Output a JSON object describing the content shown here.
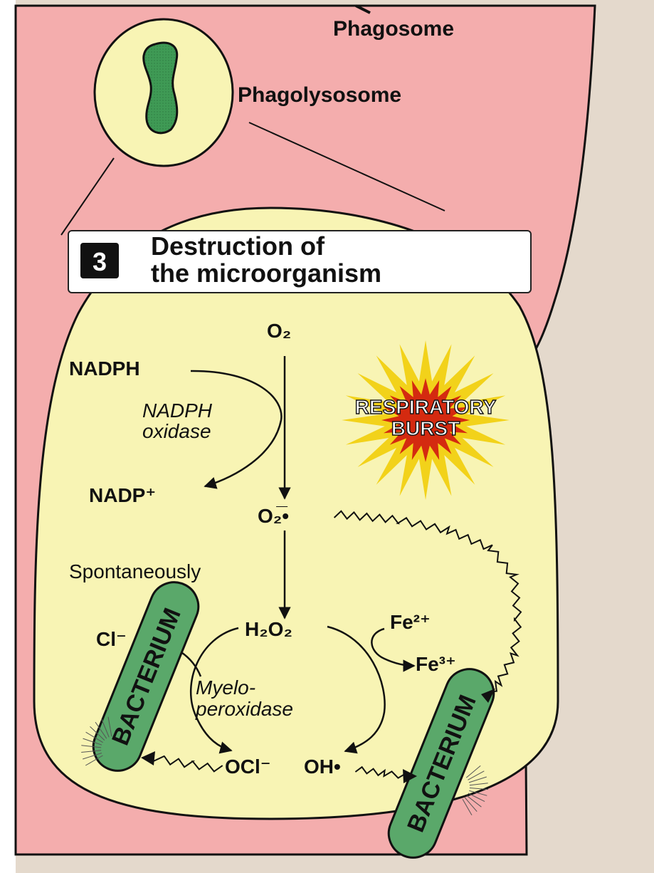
{
  "colors": {
    "background": "#e4d9cc",
    "cell": "#f4adad",
    "vesicle": "#f8f4b4",
    "bacterium": "#5aa86a",
    "burst_outer": "#f2d21a",
    "burst_inner": "#d42a10",
    "ink": "#111111"
  },
  "labels": {
    "phagosome": "Phagosome",
    "phagolysosome": "Phagolysosome",
    "step_number": "3",
    "step_title_line1": "Destruction of",
    "step_title_line2": "the microorganism",
    "o2": "O₂",
    "nadph": "NADPH",
    "nadph_oxidase_line1": "NADPH",
    "nadph_oxidase_line2": "oxidase",
    "nadp_plus": "NADP⁺",
    "respiratory_line1": "RESPIRATORY",
    "respiratory_line2": "BURST",
    "superoxide": "O₂̅•",
    "spontaneously": "Spontaneously",
    "h2o2": "H₂O₂",
    "fe2": "Fe²⁺",
    "fe3": "Fe³⁺",
    "chloride": "Cl⁻",
    "myeloperoxidase_line1": "Myelo-",
    "myeloperoxidase_line2": "peroxidase",
    "hypochlorite": "OCl⁻",
    "hydroxyl": "OH•",
    "bacterium_left": "BACTERIUM",
    "bacterium_right": "BACTERIUM"
  }
}
